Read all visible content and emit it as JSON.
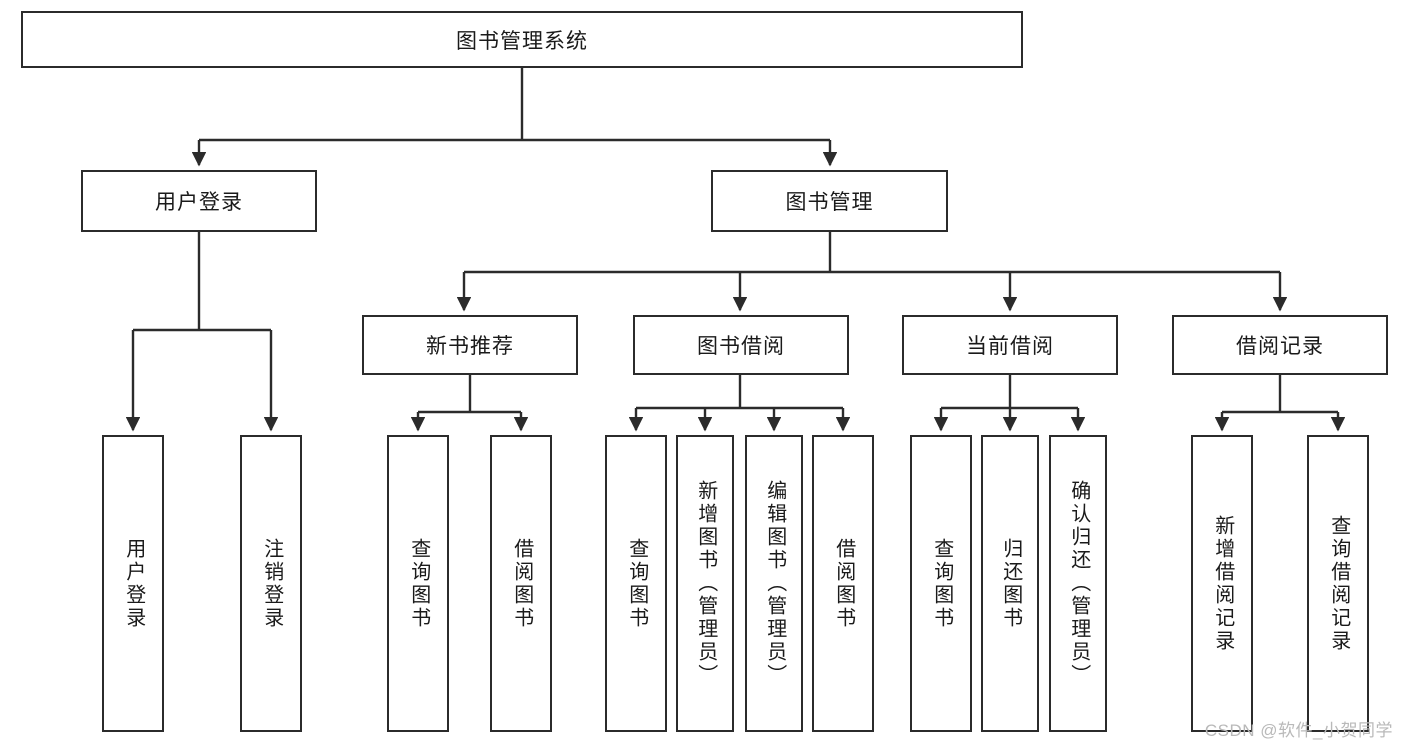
{
  "diagram": {
    "title": "图书管理系统",
    "type": "hierarchy-tree",
    "root": {
      "label": "图书管理系统"
    },
    "level2": [
      {
        "id": "user-login",
        "label": "用户登录"
      },
      {
        "id": "book-manage",
        "label": "图书管理"
      }
    ],
    "level3": [
      {
        "id": "new-book-recommend",
        "label": "新书推荐",
        "parent": "book-manage"
      },
      {
        "id": "book-borrow",
        "label": "图书借阅",
        "parent": "book-manage"
      },
      {
        "id": "current-borrow",
        "label": "当前借阅",
        "parent": "book-manage"
      },
      {
        "id": "borrow-record",
        "label": "借阅记录",
        "parent": "book-manage"
      }
    ],
    "leaves": [
      {
        "id": "leaf-user-login",
        "label": "用户登录",
        "parent": "user-login"
      },
      {
        "id": "leaf-logout-login",
        "label": "注销登录",
        "parent": "user-login"
      },
      {
        "id": "leaf-query-book-1",
        "label": "查询图书",
        "parent": "new-book-recommend"
      },
      {
        "id": "leaf-borrow-book-1",
        "label": "借阅图书",
        "parent": "new-book-recommend"
      },
      {
        "id": "leaf-query-book-2",
        "label": "查询图书",
        "parent": "book-borrow"
      },
      {
        "id": "leaf-add-book",
        "label": "新增图书（管理员）",
        "parent": "book-borrow"
      },
      {
        "id": "leaf-edit-book",
        "label": "编辑图书（管理员）",
        "parent": "book-borrow"
      },
      {
        "id": "leaf-borrow-book-2",
        "label": "借阅图书",
        "parent": "book-borrow"
      },
      {
        "id": "leaf-query-book-3",
        "label": "查询图书",
        "parent": "current-borrow"
      },
      {
        "id": "leaf-return-book",
        "label": "归还图书",
        "parent": "current-borrow"
      },
      {
        "id": "leaf-confirm-return",
        "label": "确认归还（管理员）",
        "parent": "current-borrow"
      },
      {
        "id": "leaf-add-borrow-record",
        "label": "新增借阅记录",
        "parent": "borrow-record"
      },
      {
        "id": "leaf-query-borrow-record",
        "label": "查询借阅记录",
        "parent": "borrow-record"
      }
    ],
    "colors": {
      "stroke": "#2b2b2b",
      "fill": "#ffffff",
      "text": "#1a1a1a",
      "watermark": "#b9b9b9"
    }
  },
  "watermark": {
    "text": "CSDN @软件_小贺同学"
  }
}
